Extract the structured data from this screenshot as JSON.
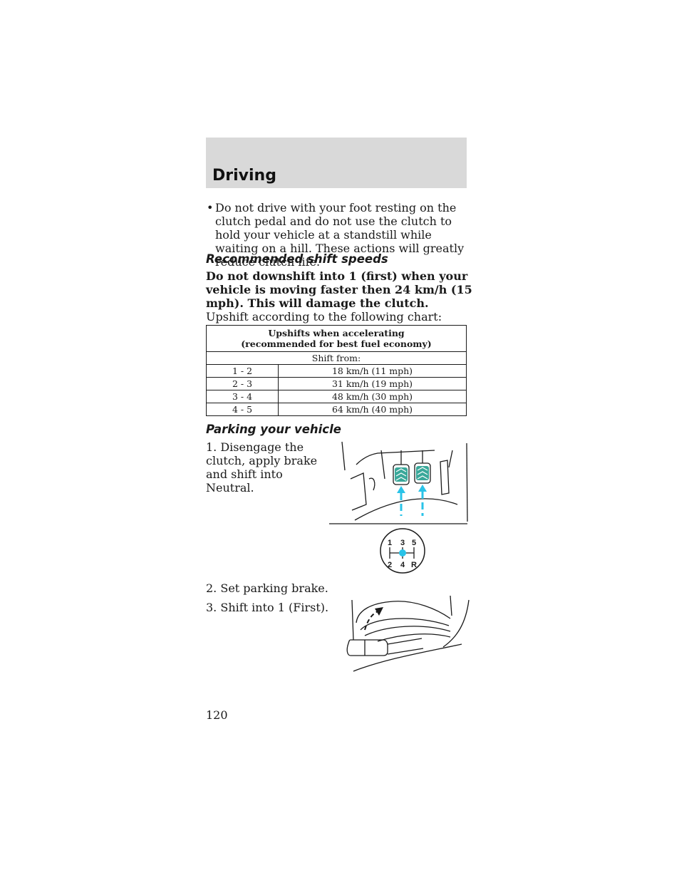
{
  "header": {
    "title": "Driving"
  },
  "bullet": {
    "marker": "•",
    "text": "Do not drive with your foot resting on the clutch pedal and do not use the clutch to hold your vehicle at a standstill while waiting on a hill. These actions will greatly reduce clutch life."
  },
  "shift_section": {
    "heading": "Recommended shift speeds",
    "warning": "Do not downshift into 1 (first) when your vehicle is moving faster then 24 km/h (15 mph). This will damage the clutch.",
    "intro": "Upshift according to the following chart:"
  },
  "table": {
    "header_line1": "Upshifts when accelerating",
    "header_line2": "(recommended for best fuel economy)",
    "subheader": "Shift from:",
    "rows": [
      {
        "gears": "1 - 2",
        "speed": "18 km/h (11 mph)"
      },
      {
        "gears": "2 - 3",
        "speed": "31 km/h (19 mph)"
      },
      {
        "gears": "3 - 4",
        "speed": "48 km/h (30 mph)"
      },
      {
        "gears": "4 - 5",
        "speed": "64 km/h (40 mph)"
      }
    ]
  },
  "parking": {
    "heading": "Parking your vehicle",
    "step1": "1. Disengage the clutch, apply brake and shift into Neutral.",
    "step2": "2. Set parking brake.",
    "step3": "3. Shift into 1 (First)."
  },
  "gear_pattern": {
    "top": [
      "1",
      "3",
      "5"
    ],
    "bottom": [
      "2",
      "4",
      "R"
    ]
  },
  "colors": {
    "header_band": "#d9d9d9",
    "arrow_cyan": "#29c3e8",
    "pedal_green": "#3aa89a"
  },
  "page_number": "120"
}
